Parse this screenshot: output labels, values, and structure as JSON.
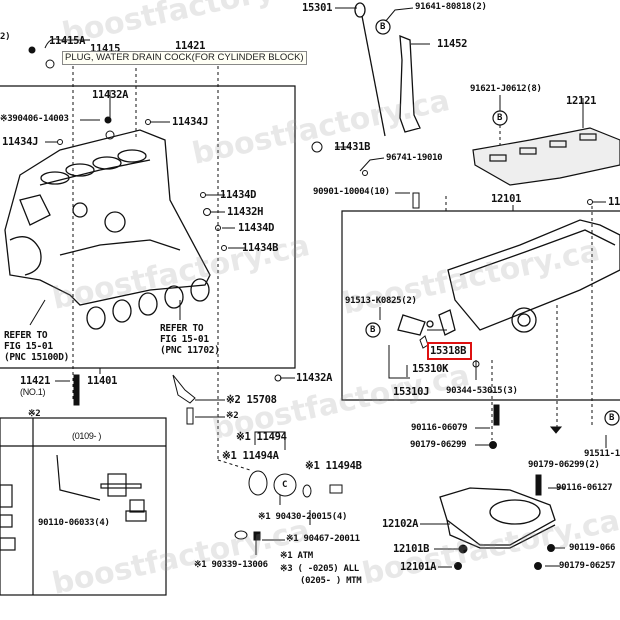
{
  "tooltip": "PLUG, WATER DRAIN COCK(FOR CYLINDER BLOCK)",
  "watermark": "boostfactory.ca",
  "highlighted_part": "15318B",
  "accent_color": "#dd1111",
  "labels": {
    "l_2paren": "2)",
    "p11415A": "11415A",
    "p11415": "11415",
    "p11421_top": "11421",
    "p11432A": "11432A",
    "p90406": "※390406-14003",
    "p11434J_a": "11434J",
    "p11434J_b": "11434J",
    "p11431B": "11431B",
    "p11434D_a": "11434D",
    "p11432H": "11432H",
    "p11434D_b": "11434D",
    "p11434B": "11434B",
    "ref1_l1": "REFER TO",
    "ref1_l2": "FIG 15-01",
    "ref1_l3": "(PNC 15100D)",
    "ref2_l1": "REFER TO",
    "ref2_l2": "FIG 15-01",
    "ref2_l3": "(PNC 11702)",
    "p11421_no1": "11421",
    "no1": "(NO.1)",
    "p11401": "11401",
    "p11432A_b": "11432A",
    "p15301": "15301",
    "p91641": "91641-80818(2)",
    "p11452": "11452",
    "p96741": "96741-19010",
    "p90901": "90901-10004(10)",
    "p91621": "91621-J0612(8)",
    "p12121": "12121",
    "p12101": "12101",
    "p11_right": "11",
    "p91513": "91513-K0825(2)",
    "p15318B": "15318B",
    "p15310K": "15310K",
    "p15310J": "15310J",
    "p90344": "90344-53015(3)",
    "p15708": "※2 15708",
    "mark2_a": "※2",
    "mark2_b": "※2",
    "p11494": "※1 11494",
    "p11494A": "※1 11494A",
    "p11494B": "※1 11494B",
    "p90430": "※1 90430-20015(4)",
    "p90467": "※1 90467-20011",
    "p90339": "※1 90339-13006",
    "note1": "※1 ATM",
    "note3a": "※3 (      -0205) ALL",
    "note3b": "(0205-      ) MTM",
    "inset_header": "(0109-      )",
    "p90110": "90110-06033(4)",
    "p90116_06079": "90116-06079",
    "p90179_06299": "90179-06299",
    "p90179_06299_2": "90179-06299(2)",
    "p91511": "91511-1",
    "p90116_06127": "90116-06127",
    "p12102A": "12102A",
    "p12101B": "12101B",
    "p12101A": "12101A",
    "p90119": "90119-066",
    "p90179_06257": "90179-06257",
    "circB": "B",
    "circC": "C"
  }
}
